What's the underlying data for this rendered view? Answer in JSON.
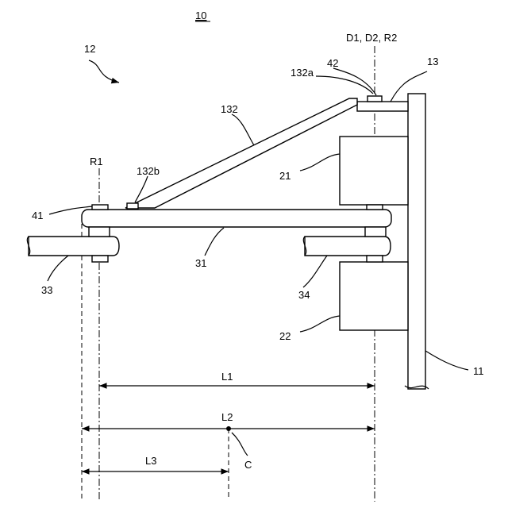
{
  "figure": {
    "number": "10",
    "labels": {
      "assembly": "12",
      "wall": "11",
      "bracket": "13",
      "arm": "31",
      "strut": "132",
      "strut_end_a": "132a",
      "strut_end_b": "132b",
      "unit_upper": "21",
      "unit_lower": "22",
      "pivot_left": "41",
      "pivot_right": "42",
      "link_left": "33",
      "link_right": "34",
      "axis_left": "R1",
      "axis_right": "D1, D2, R2",
      "point_c": "C"
    },
    "dimensions": {
      "l1": "L1",
      "l2": "L2",
      "l3": "L3"
    }
  }
}
